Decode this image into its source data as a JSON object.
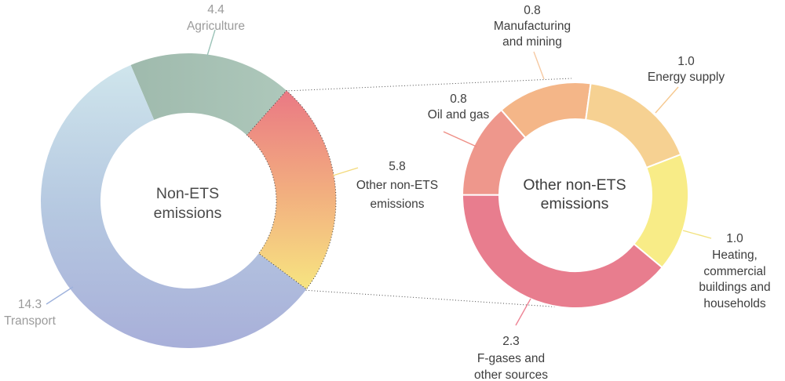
{
  "chart_data": [
    {
      "type": "donut",
      "name": "non_ets_total",
      "center_label": "Non-ETS emissions",
      "start_angle_deg": -23,
      "total": 24.5,
      "slices": [
        {
          "id": "agriculture",
          "label": "Agriculture",
          "value": 4.4,
          "fill": {
            "type": "gradient",
            "stops": [
              "#9fbaad",
              "#aec8bb"
            ]
          }
        },
        {
          "id": "other",
          "label": "Other non-ETS emissions",
          "value": 5.8,
          "fill": {
            "type": "gradient",
            "stops": [
              "#ea7884",
              "#f2ad7f",
              "#f7e681"
            ]
          },
          "border": "dotted"
        },
        {
          "id": "transport",
          "label": "Transport",
          "value": 14.3,
          "fill": {
            "type": "gradient",
            "stops": [
              "#cfe5ec",
              "#b6c9e1",
              "#a8afd9"
            ]
          }
        }
      ]
    },
    {
      "type": "donut",
      "name": "other_non_ets_breakdown",
      "center_label": "Other non-ETS emissions",
      "start_angle_deg": -41,
      "total": 5.9,
      "slices": [
        {
          "id": "manufacturing",
          "label": "Manufacturing and mining",
          "value": 0.8,
          "fill": {
            "type": "solid",
            "color": "#f4b688"
          }
        },
        {
          "id": "energy",
          "label": "Energy supply",
          "value": 1.0,
          "fill": {
            "type": "solid",
            "color": "#f6d192"
          }
        },
        {
          "id": "heating",
          "label": "Heating, commercial buildings and households",
          "value": 1.0,
          "fill": {
            "type": "solid",
            "color": "#f8ec87"
          }
        },
        {
          "id": "fgases",
          "label": "F-gases and other sources",
          "value": 2.3,
          "fill": {
            "type": "solid",
            "color": "#e87d8e"
          }
        },
        {
          "id": "oil",
          "label": "Oil and gas",
          "value": 0.8,
          "fill": {
            "type": "solid",
            "color": "#ee978c"
          }
        }
      ]
    }
  ],
  "centers": {
    "left": {
      "line1": "Non-ETS",
      "line2": "emissions"
    },
    "right": {
      "line1": "Other non-ETS",
      "line2": "emissions"
    }
  },
  "callouts": {
    "agriculture": {
      "value": "4.4",
      "lines": [
        "Agriculture"
      ],
      "leader_color": "#9cc3b8"
    },
    "transport": {
      "value": "14.3",
      "lines": [
        "Transport"
      ],
      "leader_color": "#9db1dc"
    },
    "other": {
      "value": "5.8",
      "lines": [
        "Other non-ETS",
        "emissions"
      ],
      "leader_color": "#f3da7d"
    },
    "manufacturing": {
      "value": "0.8",
      "lines": [
        "Manufacturing",
        "and mining"
      ],
      "leader_color": "#f6c9a2"
    },
    "energy": {
      "value": "1.0",
      "lines": [
        "Energy supply"
      ],
      "leader_color": "#f6c88e"
    },
    "heating": {
      "value": "1.0",
      "lines": [
        "Heating,",
        "commercial",
        "buildings and",
        "households"
      ],
      "leader_color": "#f2e27f"
    },
    "fgases": {
      "value": "2.3",
      "lines": [
        "F-gases and",
        "other sources"
      ],
      "leader_color": "#ee8495"
    },
    "oil": {
      "value": "0.8",
      "lines": [
        "Oil and gas"
      ],
      "leader_color": "#ee8e85"
    }
  }
}
